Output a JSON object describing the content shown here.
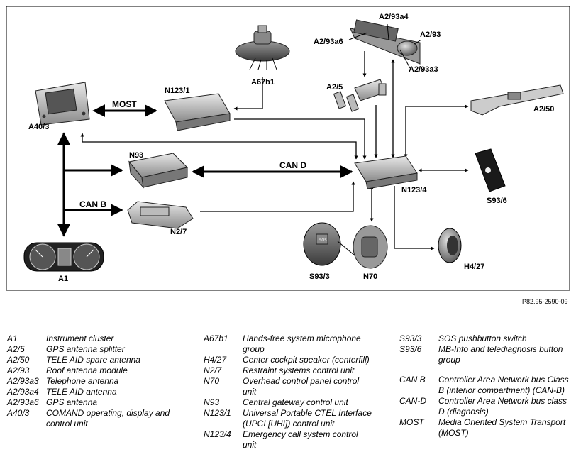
{
  "diagram": {
    "labels": {
      "a40_3": "A40/3",
      "n123_1": "N123/1",
      "a67b1": "A67b1",
      "a2_93a4": "A2/93a4",
      "a2_93": "A2/93",
      "a2_93a6": "A2/93a6",
      "a2_93a3": "A2/93a3",
      "a2_5": "A2/5",
      "a2_50": "A2/50",
      "n93": "N93",
      "n123_4": "N123/4",
      "s93_6": "S93/6",
      "n2_7": "N2/7",
      "a1": "A1",
      "s93_3": "S93/3",
      "n70": "N70",
      "h4_27": "H4/27"
    },
    "bus_labels": {
      "most": "MOST",
      "can_d": "CAN D",
      "can_b": "CAN B"
    },
    "sos_text": "SOS",
    "reference": "P82.95-2590-09"
  },
  "legend": {
    "col1": [
      {
        "code": "A1",
        "desc": "Instrument cluster"
      },
      {
        "code": "A2/5",
        "desc": "GPS antenna splitter"
      },
      {
        "code": "A2/50",
        "desc": "TELE AID spare antenna"
      },
      {
        "code": "A2/93",
        "desc": "Roof antenna module"
      },
      {
        "code": "A2/93a3",
        "desc": "Telephone antenna"
      },
      {
        "code": "A2/93a4",
        "desc": "TELE AID antenna"
      },
      {
        "code": "A2/93a6",
        "desc": "GPS antenna"
      },
      {
        "code": "A40/3",
        "desc": "COMAND operating, display and control unit"
      }
    ],
    "col2": [
      {
        "code": "A67b1",
        "desc": "Hands-free system microphone group"
      },
      {
        "code": "H4/27",
        "desc": "Center cockpit speaker (centerfill)"
      },
      {
        "code": "N2/7",
        "desc": "Restraint systems control unit"
      },
      {
        "code": "N70",
        "desc": "Overhead control panel control unit"
      },
      {
        "code": "N93",
        "desc": "Central gateway control unit"
      },
      {
        "code": "N123/1",
        "desc": "Universal Portable CTEL Interface (UPCI [UHI]) control unit"
      },
      {
        "code": "N123/4",
        "desc": "Emergency call system control unit"
      }
    ],
    "col3": [
      {
        "code": "S93/3",
        "desc": "SOS pushbutton switch"
      },
      {
        "code": "S93/6",
        "desc": "MB-Info and telediagnosis button group"
      },
      {
        "code": "CAN B",
        "desc": "Controller Area Network bus Class B (interior compartment) (CAN-B)"
      },
      {
        "code": "CAN-D",
        "desc": "Controller Area Network bus class D (diagnosis)"
      },
      {
        "code": "MOST",
        "desc": "Media Oriented System Transport (MOST)"
      }
    ]
  }
}
